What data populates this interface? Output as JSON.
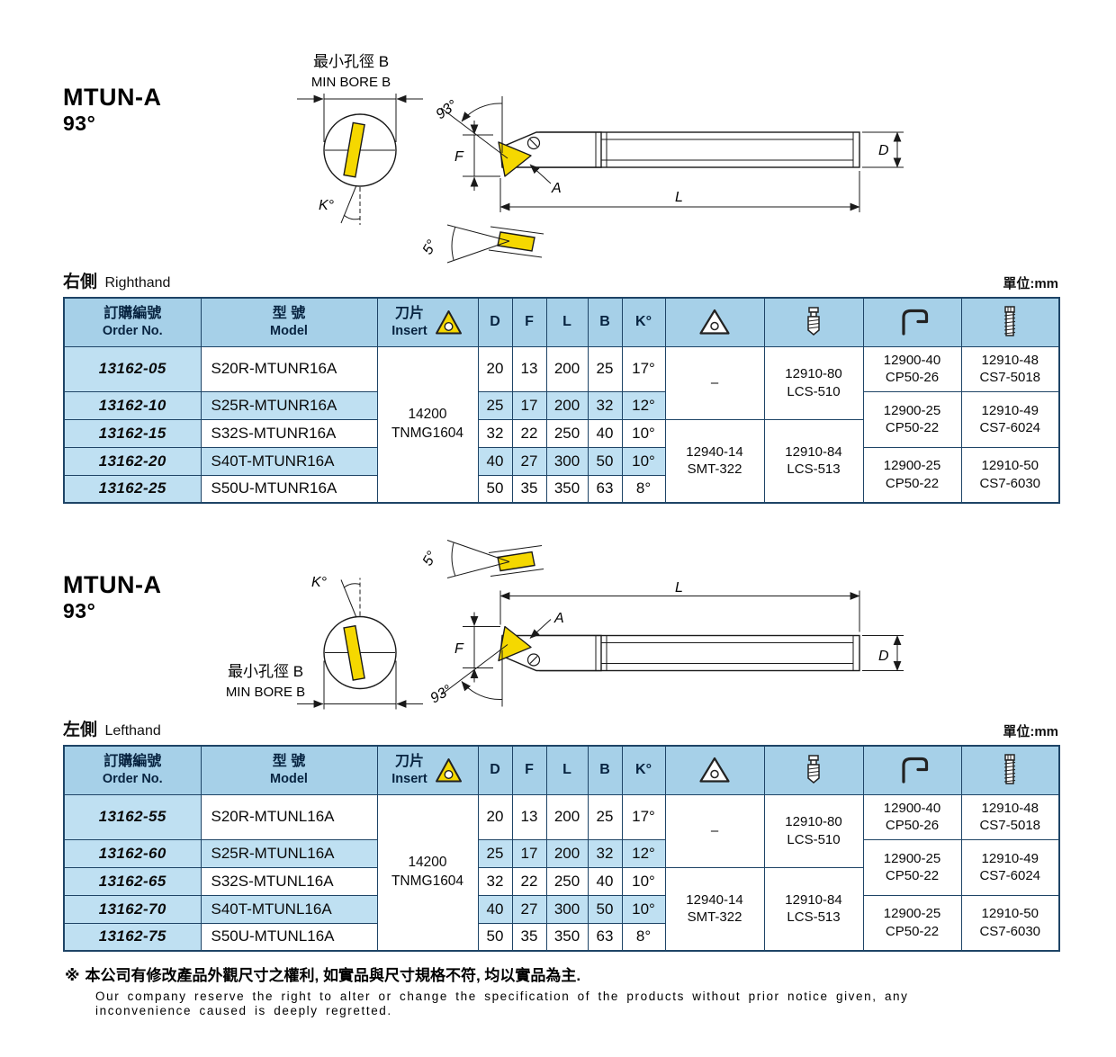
{
  "colors": {
    "header_blue": "#a6d0e8",
    "row_blue": "#bfe0f2",
    "insert_yellow": "#f5d800",
    "grid_navy": "#1e4466"
  },
  "sections": [
    {
      "title": "MTUN-A",
      "angle": "93°",
      "hand_zh": "右側",
      "hand_en": "Righthand",
      "unit": "單位:mm"
    },
    {
      "title": "MTUN-A",
      "angle": "93°",
      "hand_zh": "左側",
      "hand_en": "Lefthand",
      "unit": "單位:mm"
    }
  ],
  "drawing_labels": {
    "min_bore_zh": "最小孔徑 B",
    "min_bore_en": "MIN BORE B",
    "angle_main": "93°",
    "angle_relief": "5°",
    "dim_f": "F",
    "dim_k": "K°",
    "dim_a": "A",
    "dim_l": "L",
    "dim_d": "D"
  },
  "table_header": {
    "order": [
      "訂購編號",
      "Order No."
    ],
    "model": [
      "型 號",
      "Model"
    ],
    "insert": [
      "刀片",
      "Insert"
    ],
    "dims": [
      "D",
      "F",
      "L",
      "B",
      "K°"
    ],
    "icons": [
      "insert-triangle-icon",
      "clamp-screw-icon",
      "clamp-hook-icon",
      "fix-screw-icon"
    ]
  },
  "tables": [
    {
      "rows": [
        {
          "order": "13162-05",
          "model": "S20R-MTUNR16A",
          "d": "20",
          "f": "13",
          "l": "200",
          "b": "25",
          "k": "17°"
        },
        {
          "order": "13162-10",
          "model": "S25R-MTUNR16A",
          "d": "25",
          "f": "17",
          "l": "200",
          "b": "32",
          "k": "12°"
        },
        {
          "order": "13162-15",
          "model": "S32S-MTUNR16A",
          "d": "32",
          "f": "22",
          "l": "250",
          "b": "40",
          "k": "10°"
        },
        {
          "order": "13162-20",
          "model": "S40T-MTUNR16A",
          "d": "40",
          "f": "27",
          "l": "300",
          "b": "50",
          "k": "10°"
        },
        {
          "order": "13162-25",
          "model": "S50U-MTUNR16A",
          "d": "50",
          "f": "35",
          "l": "350",
          "b": "63",
          "k": "8°"
        }
      ],
      "insert_lines": [
        "14200",
        "TNMG1604"
      ],
      "acc": [
        [
          {
            "start": 0,
            "span": 2,
            "lines": [
              "–"
            ]
          },
          {
            "start": 2,
            "span": 3,
            "lines": [
              "12940-14",
              "SMT-322"
            ]
          }
        ],
        [
          {
            "start": 0,
            "span": 2,
            "lines": [
              "12910-80",
              "LCS-510"
            ]
          },
          {
            "start": 2,
            "span": 3,
            "lines": [
              "12910-84",
              "LCS-513"
            ]
          }
        ],
        [
          {
            "start": 0,
            "span": 1,
            "lines": [
              "12900-40",
              "CP50-26"
            ]
          },
          {
            "start": 1,
            "span": 2,
            "lines": [
              "12900-25",
              "CP50-22"
            ]
          },
          {
            "start": 3,
            "span": 2,
            "lines": [
              "12900-25",
              "CP50-22"
            ]
          }
        ],
        [
          {
            "start": 0,
            "span": 1,
            "lines": [
              "12910-48",
              "CS7-5018"
            ]
          },
          {
            "start": 1,
            "span": 2,
            "lines": [
              "12910-49",
              "CS7-6024"
            ]
          },
          {
            "start": 3,
            "span": 2,
            "lines": [
              "12910-50",
              "CS7-6030"
            ]
          }
        ]
      ]
    },
    {
      "rows": [
        {
          "order": "13162-55",
          "model": "S20R-MTUNL16A",
          "d": "20",
          "f": "13",
          "l": "200",
          "b": "25",
          "k": "17°"
        },
        {
          "order": "13162-60",
          "model": "S25R-MTUNL16A",
          "d": "25",
          "f": "17",
          "l": "200",
          "b": "32",
          "k": "12°"
        },
        {
          "order": "13162-65",
          "model": "S32S-MTUNL16A",
          "d": "32",
          "f": "22",
          "l": "250",
          "b": "40",
          "k": "10°"
        },
        {
          "order": "13162-70",
          "model": "S40T-MTUNL16A",
          "d": "40",
          "f": "27",
          "l": "300",
          "b": "50",
          "k": "10°"
        },
        {
          "order": "13162-75",
          "model": "S50U-MTUNL16A",
          "d": "50",
          "f": "35",
          "l": "350",
          "b": "63",
          "k": "8°"
        }
      ],
      "insert_lines": [
        "14200",
        "TNMG1604"
      ],
      "acc": [
        [
          {
            "start": 0,
            "span": 2,
            "lines": [
              "–"
            ]
          },
          {
            "start": 2,
            "span": 3,
            "lines": [
              "12940-14",
              "SMT-322"
            ]
          }
        ],
        [
          {
            "start": 0,
            "span": 2,
            "lines": [
              "12910-80",
              "LCS-510"
            ]
          },
          {
            "start": 2,
            "span": 3,
            "lines": [
              "12910-84",
              "LCS-513"
            ]
          }
        ],
        [
          {
            "start": 0,
            "span": 1,
            "lines": [
              "12900-40",
              "CP50-26"
            ]
          },
          {
            "start": 1,
            "span": 2,
            "lines": [
              "12900-25",
              "CP50-22"
            ]
          },
          {
            "start": 3,
            "span": 2,
            "lines": [
              "12900-25",
              "CP50-22"
            ]
          }
        ],
        [
          {
            "start": 0,
            "span": 1,
            "lines": [
              "12910-48",
              "CS7-5018"
            ]
          },
          {
            "start": 1,
            "span": 2,
            "lines": [
              "12910-49",
              "CS7-6024"
            ]
          },
          {
            "start": 3,
            "span": 2,
            "lines": [
              "12910-50",
              "CS7-6030"
            ]
          }
        ]
      ]
    }
  ],
  "footer": {
    "marker": "※",
    "line_zh": "本公司有修改產品外觀尺寸之權利, 如實品與尺寸規格不符, 均以實品為主.",
    "line_en_1": "Our company reserve the right to alter or change the specification of the products without prior notice given, any",
    "line_en_2": "inconvenience caused is deeply regretted."
  }
}
